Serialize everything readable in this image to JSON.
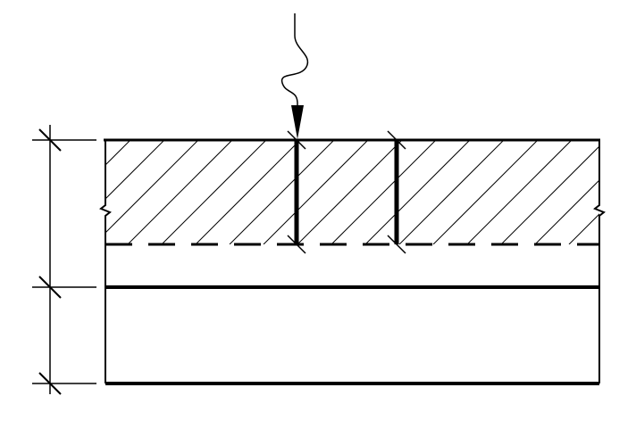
{
  "diagram": {
    "type": "construction-section-detail",
    "stroke_color": "#000000",
    "background_color": "#ffffff",
    "elements": [
      "load-arrow",
      "hatched-top-layer",
      "dashed-layer-boundary",
      "vertical-joints",
      "middle-layer",
      "bottom-layer",
      "dimension-line"
    ]
  }
}
